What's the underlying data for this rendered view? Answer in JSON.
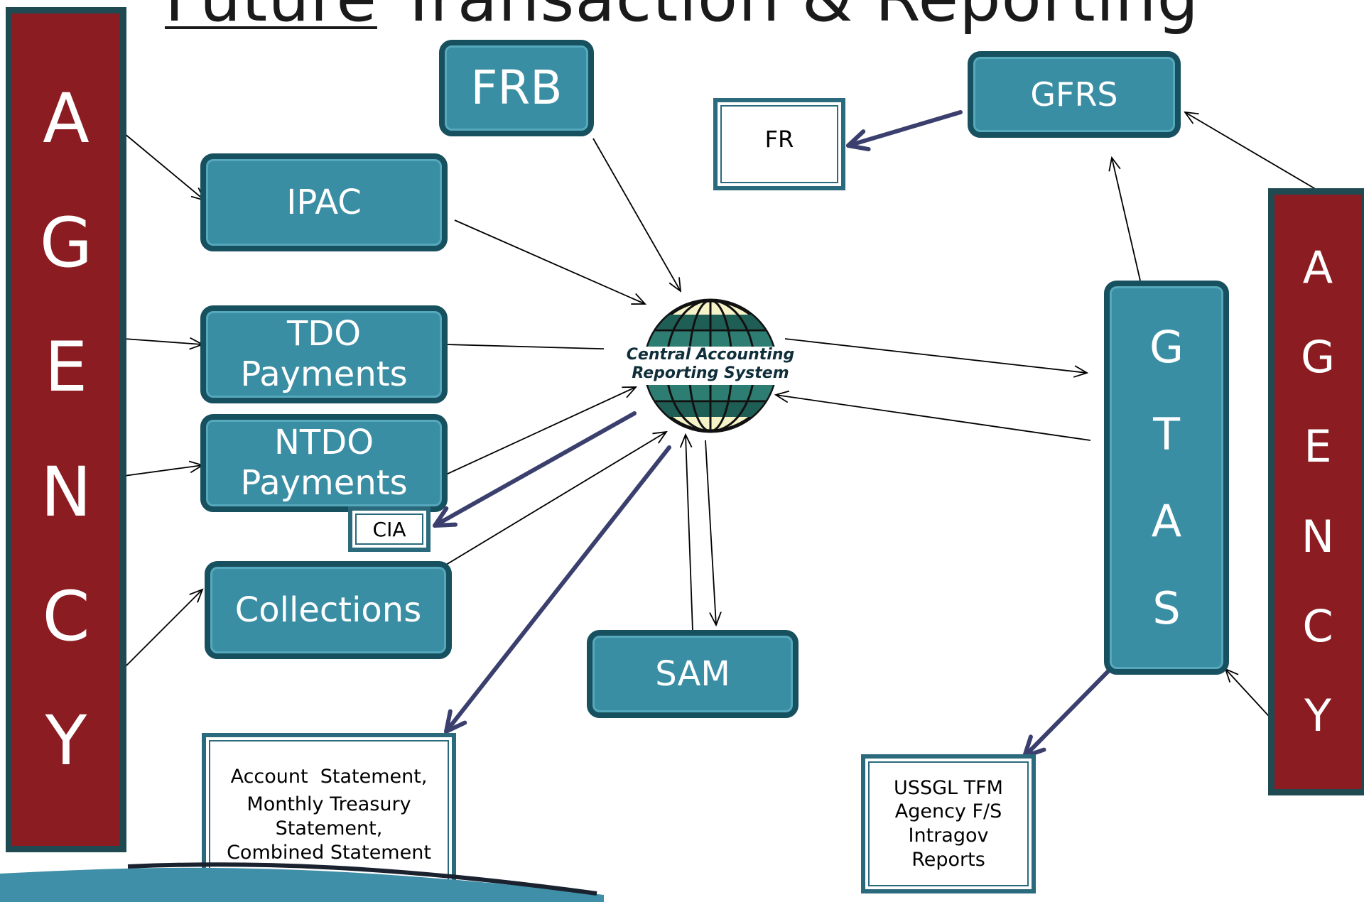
{
  "title_underlined": "Future",
  "title_rest": " Transaction & Reporting",
  "agency_letters": [
    "A",
    "G",
    "E",
    "N",
    "C",
    "Y"
  ],
  "nodes": {
    "frb": "FRB",
    "ipac": "IPAC",
    "tdo_line1": "TDO",
    "tdo_line2": "Payments",
    "ntdo_line1": "NTDO",
    "ntdo_line2": "Payments",
    "collections": "Collections",
    "sam": "SAM",
    "gfrs": "GFRS",
    "gtas_letters": [
      "G",
      "T",
      "A",
      "S"
    ]
  },
  "documents": {
    "fr": "FR",
    "cia": "CIA",
    "statements_line1": "Account  Statement,",
    "statements_line2": "Monthly Treasury",
    "statements_line3": "Statement,",
    "statements_line4": "Combined Statement",
    "ussgl_line1": "USSGL TFM",
    "ussgl_line2": "Agency F/S",
    "ussgl_line3": "Intragov",
    "ussgl_line4": "Reports"
  },
  "cars": {
    "line1": "Central Accounting",
    "line2": "Reporting System"
  },
  "colors": {
    "agency_fill": "#8b1c22",
    "node_fill": "#3a8ea4",
    "node_border": "#17505e",
    "heavy_arrow": "#3a3f6e"
  }
}
